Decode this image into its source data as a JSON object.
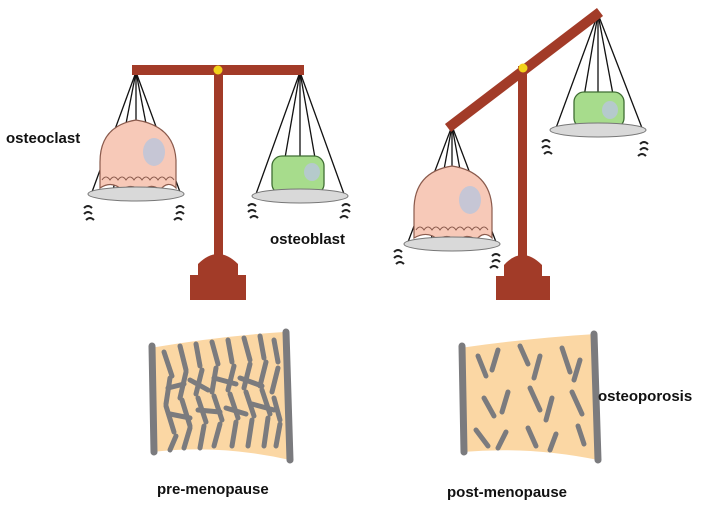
{
  "labels": {
    "osteoclast": "osteoclast",
    "osteoblast": "osteoblast",
    "osteoporosis": "osteoporosis",
    "pre_menopause": "pre-menopause",
    "post_menopause": "post-menopause"
  },
  "colors": {
    "scale_frame": "#a23b28",
    "pivot": "#f2d21b",
    "osteoclast_fill": "#f7c9b8",
    "osteoblast_fill": "#a7dc8c",
    "nucleus_fill": "#b9c6dc",
    "pan_fill": "#d9d9d9",
    "bone_marrow": "#fbd7a4",
    "trabecula": "#7b7b7e"
  }
}
